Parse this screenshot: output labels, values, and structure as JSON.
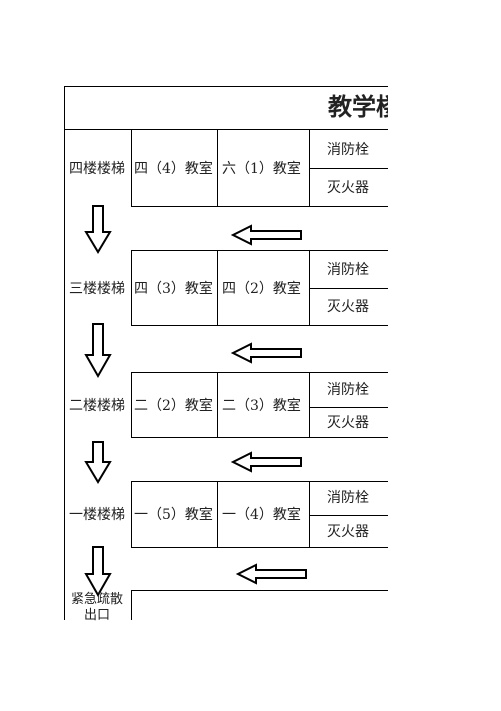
{
  "title": "教学楼",
  "floors": [
    {
      "stair": "四楼楼梯",
      "room_a": "四（4）教室",
      "room_b": "六（1）教室",
      "hydrant": "消防栓",
      "extinguisher": "灭火器"
    },
    {
      "stair": "三楼楼梯",
      "room_a": "四（3）教室",
      "room_b": "四（2）教室",
      "hydrant": "消防栓",
      "extinguisher": "灭火器"
    },
    {
      "stair": "二楼楼梯",
      "room_a": "二（2）教室",
      "room_b": "二（3）教室",
      "hydrant": "消防栓",
      "extinguisher": "灭火器"
    },
    {
      "stair": "一楼楼梯",
      "room_a": "一（5）教室",
      "room_b": "一（4）教室",
      "hydrant": "消防栓",
      "extinguisher": "灭火器"
    }
  ],
  "exit": {
    "line1": "紧急疏散",
    "line2": "出口"
  },
  "icons": {
    "down": "arrow-down-icon",
    "left": "arrow-left-icon"
  }
}
